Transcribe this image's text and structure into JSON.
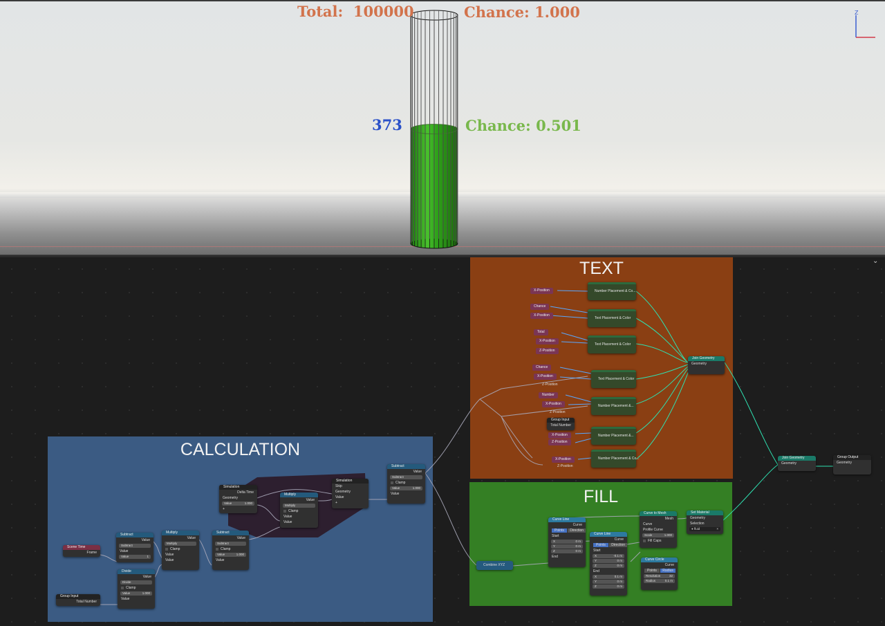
{
  "viewport": {
    "total_label": "Total:",
    "total_value": "100000",
    "chance_total": "Chance: 1.000",
    "count_value": "373",
    "chance_current": "Chance: 0.501",
    "fill_level": 0.501,
    "gizmo_axis": "Z",
    "colors": {
      "total": "#d2734c",
      "count": "#2a50c8",
      "chance": "#79b84c",
      "fill": "#2fa21a"
    }
  },
  "frames": {
    "text": {
      "title": "TEXT",
      "color": "#8a3f13"
    },
    "fill": {
      "title": "FILL",
      "color": "#347f24"
    },
    "calculation": {
      "title": "CALCULATION",
      "color": "#3b5b83"
    }
  },
  "text_frame": {
    "inputs": [
      "X-Position",
      "Chance",
      "X-Position",
      "Total",
      "X-Position",
      "Z-Position",
      "Chance",
      "X-Position",
      "Z-Position",
      "Number",
      "X-Position",
      "Z-Position",
      "X-Position",
      "Z-Position",
      "X-Position",
      "Z-Position"
    ],
    "nodes": [
      "Number Placement & Co...",
      "Text Placement & Color",
      "Text Placement & Color",
      "Text Placement & Color",
      "Number Placement &...",
      "Number Placement &...",
      "Number Placement & Co..."
    ],
    "group_input": {
      "title": "Group Input",
      "socket": "Total Number"
    },
    "join_geometry": {
      "title": "Join Geometry",
      "socket": "Geometry"
    }
  },
  "fill_frame": {
    "combine_xyz": "Combine XYZ",
    "curve_line_1": {
      "title": "Curve Line",
      "output": "Curve",
      "mode_a": "Points",
      "mode_b": "Direction",
      "start": "Start",
      "x": "X",
      "y": "Y",
      "z": "Z",
      "x_val": "0 m",
      "y_val": "0 m",
      "z_val": "0 m",
      "end": "End"
    },
    "curve_line_2": {
      "title": "Curve Line",
      "output": "Curve",
      "mode_a": "Points",
      "mode_b": "Direction",
      "start": "Start",
      "sx": "-0.1 m",
      "sy": "0 m",
      "sz": "0 m",
      "end": "End",
      "ex": "0.1 m",
      "ey": "0 m",
      "ez": "0 m"
    },
    "curve_to_mesh": {
      "title": "Curve to Mesh",
      "output": "Mesh",
      "curve": "Curve",
      "profile": "Profile Curve",
      "scale_label": "Scale",
      "scale_value": "1.000",
      "fill_caps": "Fill Caps"
    },
    "curve_circle": {
      "title": "Curve Circle",
      "output": "Curve",
      "mode_a": "Points",
      "mode_b": "Radius",
      "res_label": "Resolution",
      "res_value": "32",
      "rad_label": "Radius",
      "rad_value": "0.1 m"
    },
    "set_material": {
      "title": "Set Material",
      "geometry": "Geometry",
      "selection": "Selection",
      "material": "fluid"
    }
  },
  "calc_frame": {
    "scene_time": {
      "title": "Scene Time",
      "output": "Frame"
    },
    "group_input": {
      "title": "Group Input",
      "output": "Total Number"
    },
    "subtract_1": {
      "title": "Subtract",
      "output": "Value",
      "op": "Subtract",
      "in1": "Value",
      "val_label": "Value",
      "val": "1"
    },
    "divide": {
      "title": "Divide",
      "output": "Value",
      "op": "Divide",
      "clamp": "Clamp",
      "val_label": "Value",
      "val": "1.000",
      "in2": "Value"
    },
    "multiply_1": {
      "title": "Multiply",
      "output": "Value",
      "op": "Multiply",
      "clamp": "Clamp",
      "in1": "Value",
      "in2": "Value"
    },
    "subtract_2": {
      "title": "Subtract",
      "output": "Value",
      "op": "Subtract",
      "clamp": "Clamp",
      "val_label": "Value",
      "val": "1.000",
      "in2": "Value"
    },
    "sim_in": {
      "title": "Simulation",
      "delta": "Delta Time",
      "geometry": "Geometry",
      "val_label": "Value",
      "val": "1.000"
    },
    "multiply_2": {
      "title": "Multiply",
      "output": "Value",
      "op": "Multiply",
      "clamp": "Clamp",
      "in1": "Value",
      "in2": "Value"
    },
    "sim_out": {
      "title": "Simulation",
      "skip": "Skip",
      "geometry": "Geometry",
      "value": "Value"
    },
    "subtract_3": {
      "title": "Subtract",
      "output": "Value",
      "op": "Subtract",
      "clamp": "Clamp",
      "val_label": "Value",
      "val": "1.000",
      "in2": "Value"
    }
  },
  "output_nodes": {
    "join_geometry": {
      "title": "Join Geometry",
      "socket": "Geometry"
    },
    "group_output": {
      "title": "Group Output",
      "socket": "Geometry"
    }
  }
}
